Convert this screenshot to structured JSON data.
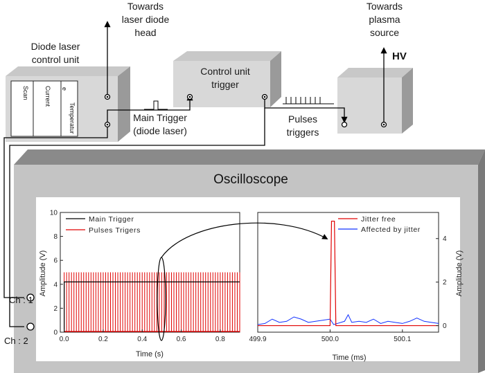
{
  "labels": {
    "towards_laser": [
      "Towards",
      "laser diode",
      "head"
    ],
    "towards_plasma": [
      "Towards",
      "plasma",
      "source"
    ],
    "diode_laser_unit": [
      "Diode laser",
      "control unit"
    ],
    "control_unit_trigger": [
      "Control unit",
      "trigger"
    ],
    "hv": "HV",
    "main_trigger": [
      "Main Trigger",
      "(diode laser)"
    ],
    "pulses_triggers": [
      "Pulses",
      "triggers"
    ],
    "oscilloscope": "Oscilloscope",
    "ch1": "Ch : 1",
    "ch2": "Ch : 2"
  },
  "diode_panel": {
    "columns": [
      "Scan",
      "Current",
      "Temperatur",
      "e"
    ]
  },
  "chart_data": [
    {
      "type": "line",
      "xlabel": "Time (s)",
      "ylabel": "Amplitude (V)",
      "xlim": [
        -0.02,
        0.9
      ],
      "ylim": [
        0,
        10
      ],
      "xticks": [
        "0.0",
        "0.2",
        "0.4",
        "0.6",
        "0.8"
      ],
      "yticks": [
        "0",
        "2",
        "4",
        "6",
        "8",
        "10"
      ],
      "legend": "top-left",
      "series": [
        {
          "name": "Main Trigger",
          "color": "#000000",
          "x": [
            0.0,
            0.0,
            0.9
          ],
          "y": [
            0,
            4.2,
            4.2
          ]
        },
        {
          "name": "Pulses Trigers",
          "color": "#e00000",
          "pulse_period": 0.0125,
          "pulse_high": 5.0,
          "pulse_low": 0,
          "x_start": 0.0,
          "x_end": 0.9
        }
      ]
    },
    {
      "type": "line",
      "xlabel": "Time (ms)",
      "ylabel": "Amplitude (V)",
      "ylabel_side": "right",
      "xlim": [
        499.9,
        500.15
      ],
      "ylim": [
        -0.3,
        5.2
      ],
      "xticks": [
        "499.9",
        "500.0",
        "500.1"
      ],
      "yticks": [
        "0",
        "2",
        "4"
      ],
      "legend": "top-right",
      "series": [
        {
          "name": "Jitter free",
          "color": "#e00000",
          "x": [
            499.9,
            500.0,
            500.002,
            500.005,
            500.006,
            500.008,
            500.15
          ],
          "y": [
            0,
            0,
            4.8,
            4.8,
            4.8,
            0,
            0
          ]
        },
        {
          "name": "Affected by jitter",
          "color": "#1030ff",
          "x": [
            499.9,
            499.91,
            499.92,
            499.93,
            499.94,
            499.95,
            499.96,
            499.97,
            499.98,
            499.99,
            500.0,
            500.005,
            500.01,
            500.02,
            500.025,
            500.03,
            500.04,
            500.05,
            500.06,
            500.07,
            500.08,
            500.09,
            500.1,
            500.11,
            500.12,
            500.13,
            500.14,
            500.15
          ],
          "y": [
            0.05,
            0.1,
            0.3,
            0.15,
            0.2,
            0.4,
            0.3,
            0.15,
            0.2,
            0.25,
            0.3,
            0.05,
            0.1,
            0.2,
            0.5,
            0.15,
            0.2,
            0.15,
            0.3,
            0.1,
            0.2,
            0.15,
            0.1,
            0.2,
            0.35,
            0.2,
            0.15,
            0.1
          ]
        }
      ]
    }
  ]
}
